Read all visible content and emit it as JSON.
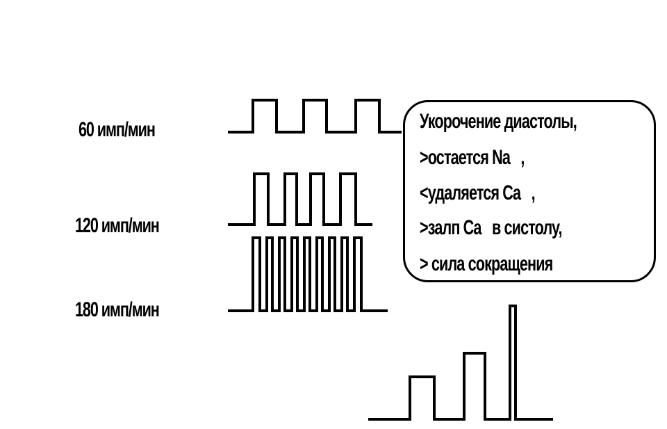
{
  "labels": {
    "rate_60": "60 имп/мин",
    "rate_120": "120 имп/мин",
    "rate_180": "180 имп/мин"
  },
  "callout": {
    "lines": [
      "Укорочение диастолы,",
      ">остается Na   ,",
      "<удаляется Ca   ,",
      ">залп Ca   в систолу,",
      "> сила сокращения"
    ]
  },
  "colors": {
    "ink": "#000000",
    "background": "#ffffff"
  }
}
